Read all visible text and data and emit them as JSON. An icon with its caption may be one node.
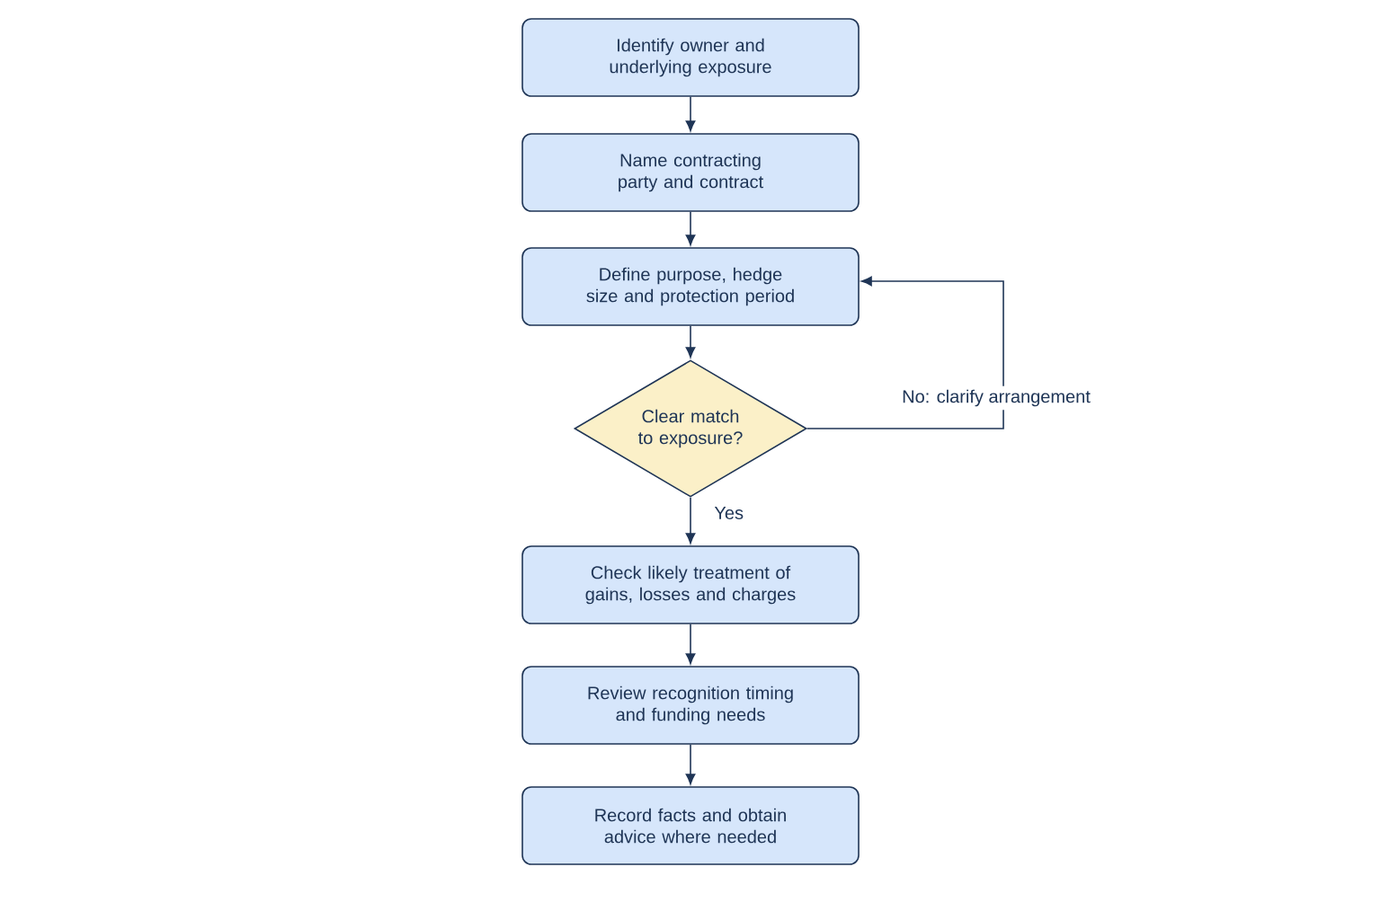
{
  "diagram": {
    "nodes": [
      {
        "text": [
          "Identify owner and underlying exposure"
        ]
      },
      {
        "text": [
          "Name contracting party and contract"
        ]
      },
      {
        "text": [
          "Define purpose, hedge size and protection period"
        ]
      },
      {
        "text": [
          "Clear match to exposure?"
        ]
      },
      {
        "text": [
          "Check likely treatment of gains, losses and charges"
        ]
      },
      {
        "text": [
          "Review recognition timing and funding needs"
        ]
      },
      {
        "text": [
          "Record facts and obtain advice where needed"
        ]
      }
    ],
    "edges": [
      {
        "from": 0,
        "to": 1,
        "arrow": "to"
      },
      {
        "from": 1,
        "to": 2,
        "arrow": "to"
      },
      {
        "from": 2,
        "to": 3,
        "arrow": "to"
      },
      {
        "from": 3,
        "to": 4,
        "arrow": "to",
        "label": "Yes"
      },
      {
        "from": 3,
        "to": 2,
        "arrow": "to",
        "label": "No: clarify arrangement"
      },
      {
        "from": 4,
        "to": 5,
        "arrow": "to"
      },
      {
        "from": 5,
        "to": 6,
        "arrow": "to"
      }
    ]
  }
}
